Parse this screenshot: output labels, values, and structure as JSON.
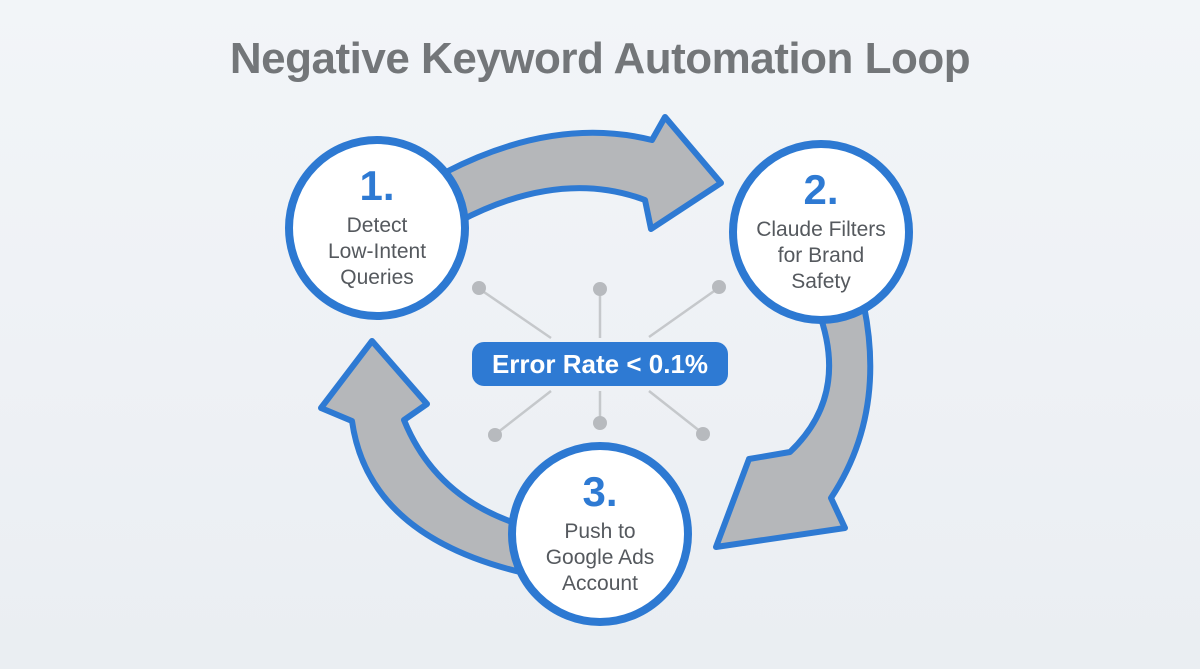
{
  "title": "Negative Keyword Automation Loop",
  "center_badge": {
    "label": "Error Rate < 0.1%"
  },
  "steps": [
    {
      "number": "1.",
      "label": "Detect\nLow-Intent\nQueries"
    },
    {
      "number": "2.",
      "label": "Claude Filters\nfor Brand\nSafety"
    },
    {
      "number": "3.",
      "label": "Push to\nGoogle Ads\nAccount"
    }
  ],
  "icons": [
    "arrow-step1-to-step2",
    "arrow-step2-to-step3",
    "arrow-step3-to-step1",
    "spoke-dot"
  ],
  "colors": {
    "accent_blue": "#2e7ad3",
    "circle_border_blue": "#2d79d2",
    "arrow_gray": "#b5b7ba",
    "spoke_line_gray": "#c5c8cb",
    "spoke_dot_gray": "#b7babe",
    "title_gray": "#737679",
    "step_text_gray": "#55595e",
    "badge_text": "#ffffff",
    "circle_fill": "#ffffff",
    "background": "#eef1f5"
  }
}
